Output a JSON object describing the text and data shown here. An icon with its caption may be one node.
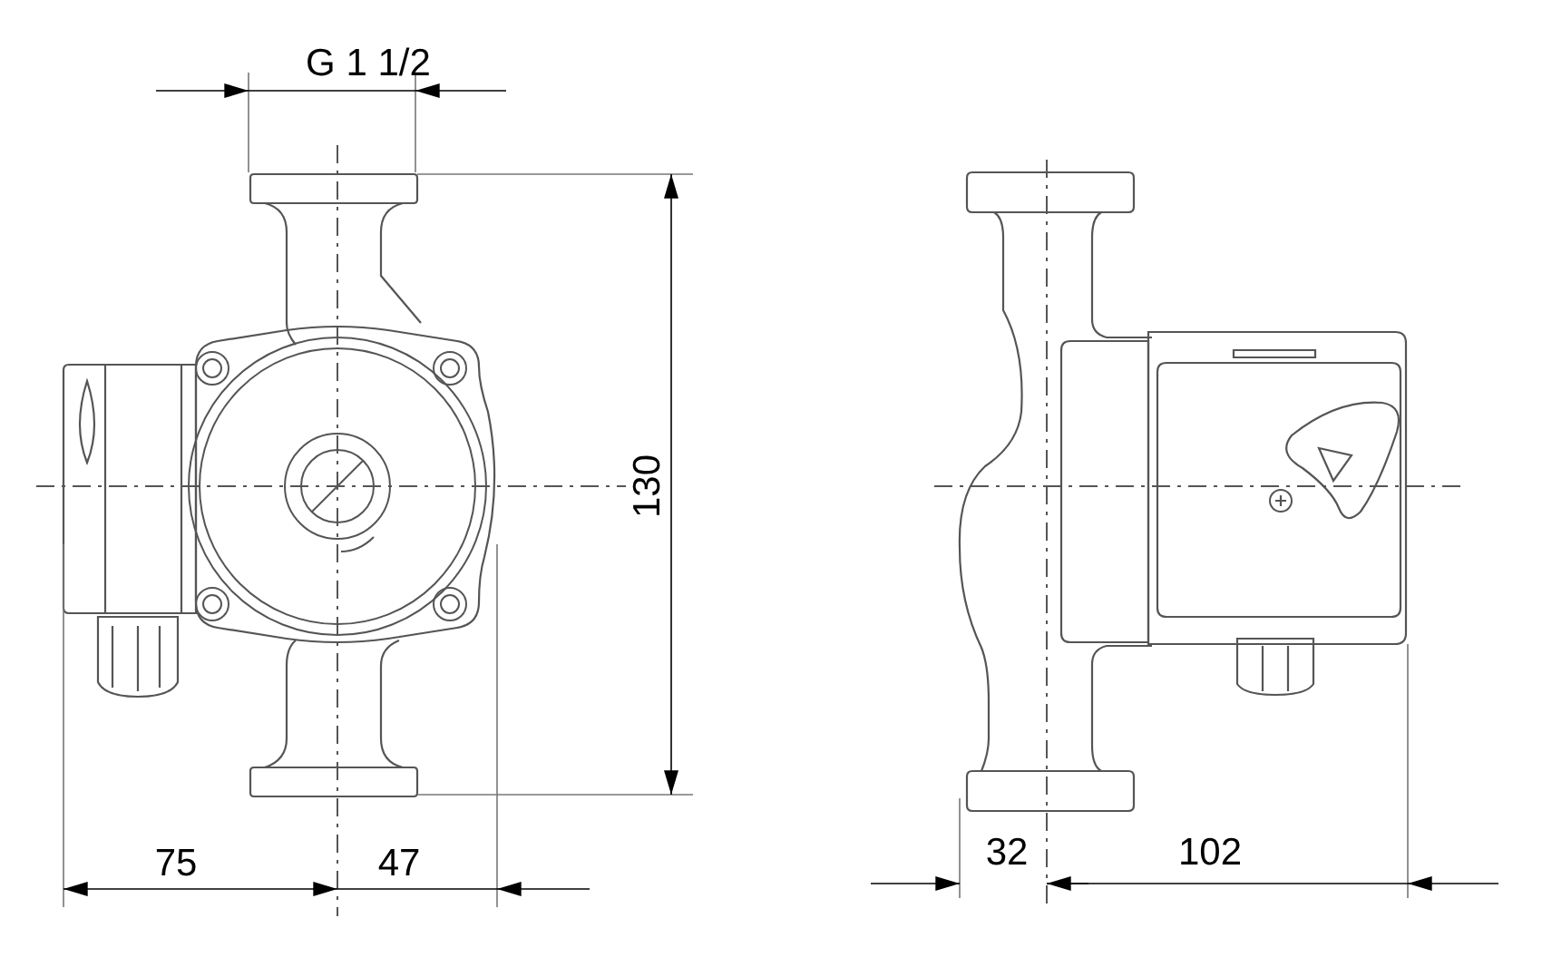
{
  "diagram": {
    "labels": [
      "G 1 1/2",
      "130",
      "75",
      "47",
      "32",
      "102"
    ]
  }
}
